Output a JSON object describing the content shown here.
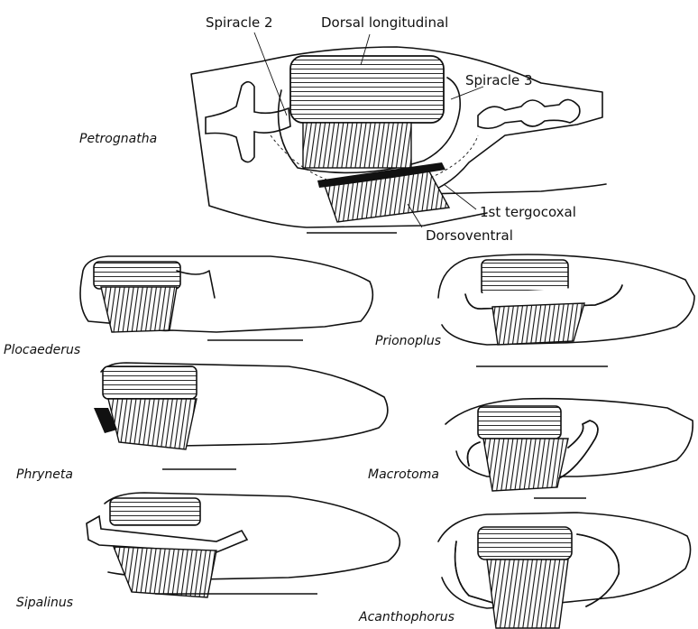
{
  "labels": {
    "spiracle_2": "Spiracle 2",
    "dorsal_longitudinal": "Dorsal longitudinal",
    "spiracle_3": "Spiracle 3",
    "first_tergocoxal": "1st tergocoxal",
    "dorsoventral": "Dorsoventral"
  },
  "genera": {
    "petrognatha": "Petrognatha",
    "plocaederus": "Plocaederus",
    "prionoplus": "Prionoplus",
    "phryneta": "Phryneta",
    "macrotoma": "Macrotoma",
    "sipalinus": "Sipalinus",
    "acanthophorus": "Acanthophorus"
  },
  "colors": {
    "ink": "#111111",
    "paper": "#ffffff"
  }
}
